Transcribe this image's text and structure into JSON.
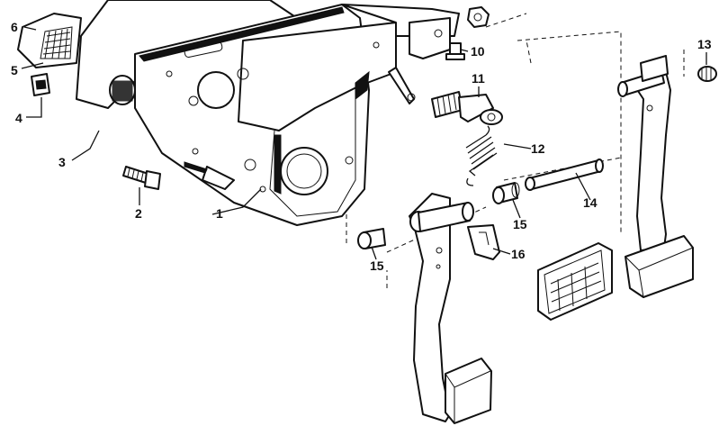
{
  "callouts": [
    {
      "id": "1",
      "text": "1"
    },
    {
      "id": "2",
      "text": "2"
    },
    {
      "id": "3",
      "text": "3"
    },
    {
      "id": "4",
      "text": "4"
    },
    {
      "id": "5",
      "text": "5"
    },
    {
      "id": "6",
      "text": "6"
    },
    {
      "id": "10",
      "text": "10"
    },
    {
      "id": "11",
      "text": "11"
    },
    {
      "id": "12",
      "text": "12"
    },
    {
      "id": "13",
      "text": "13"
    },
    {
      "id": "14",
      "text": "14"
    },
    {
      "id": "15a",
      "text": "15"
    },
    {
      "id": "15b",
      "text": "15"
    },
    {
      "id": "16",
      "text": "16"
    }
  ],
  "colors": {
    "ink": "#111111",
    "paper": "#ffffff"
  }
}
